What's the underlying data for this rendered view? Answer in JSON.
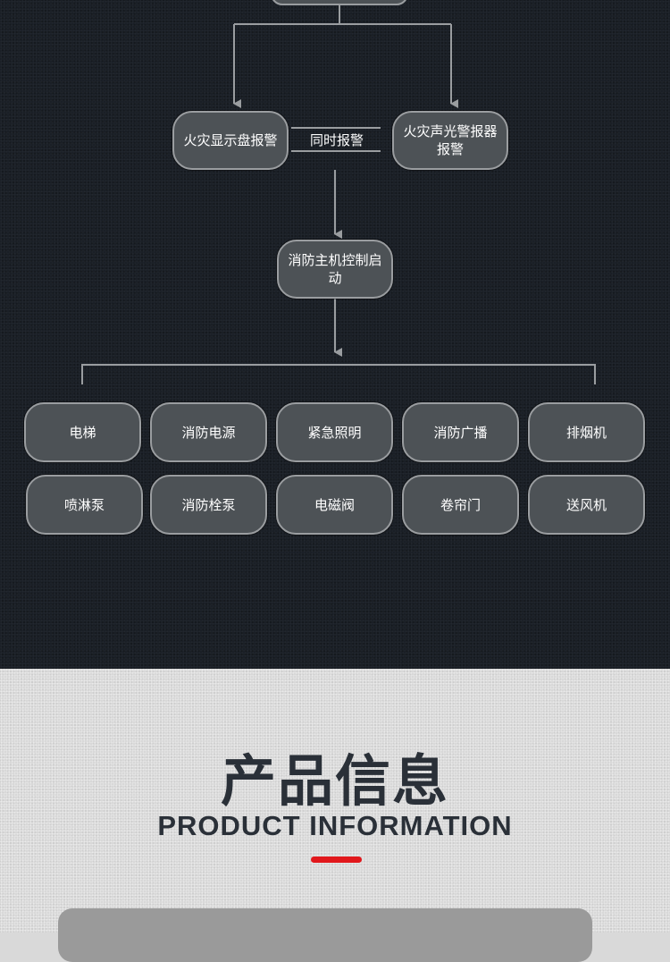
{
  "flowchart": {
    "nodes": {
      "fire_display_panel": "火灾显示盘报警",
      "fire_audible_visual_alarm": "火灾声光警报器报警",
      "simultaneous_alarm": "同时报警",
      "main_control": "消防主机控制启动"
    },
    "equipment": [
      "电梯",
      "消防电源",
      "紧急照明",
      "消防广播",
      "排烟机",
      "喷淋泵",
      "消防栓泵",
      "电磁阀",
      "卷帘门",
      "送风机"
    ]
  },
  "product_info": {
    "title_cn": "产品信息",
    "title_en": "PRODUCT INFORMATION",
    "accent_color": "#e1181c"
  }
}
